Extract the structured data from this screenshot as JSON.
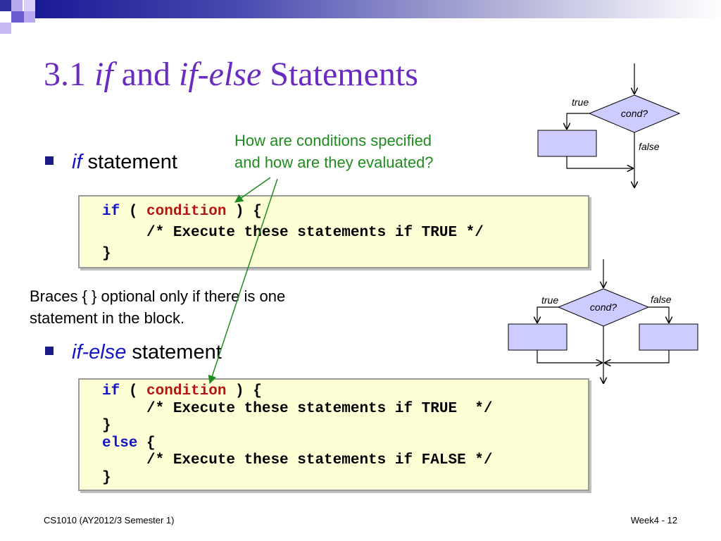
{
  "title": {
    "prefix": "3.1 ",
    "if_word": "if",
    "and_word": " and ",
    "ifelse_word": "if-else",
    "suffix": " Statements"
  },
  "bullets": [
    {
      "keyword": "if",
      "text": " statement"
    },
    {
      "keyword": "if-else",
      "text": " statement"
    }
  ],
  "notes": {
    "question_line1": "How are conditions specified",
    "question_line2": "and how are they evaluated?",
    "braces_line1": "Braces { } optional only if there is one",
    "braces_line2": "statement in the block."
  },
  "code_if": {
    "kw_if": "if",
    "open_paren": " ( ",
    "condition": "condition",
    "close": " ) {",
    "body": "     /* Execute these statements if TRUE */",
    "end": "}"
  },
  "code_ifelse": {
    "kw_if": "if",
    "open_paren": " ( ",
    "condition": "condition",
    "close": " ) {",
    "body_true": "     /* Execute these statements if TRUE  */",
    "end_true": "}",
    "kw_else": "else",
    "else_brace": " {",
    "body_false": "     /* Execute these statements if FALSE */",
    "end_false": "}"
  },
  "flowchart_if": {
    "cond": "cond?",
    "true_label": "true",
    "false_label": "false"
  },
  "flowchart_ifelse": {
    "cond": "cond?",
    "true_label": "true",
    "false_label": "false"
  },
  "footer": {
    "left": "CS1010 (AY2012/3 Semester 1)",
    "right": "Week4 - 12"
  },
  "colors": {
    "title": "#6a2cc0",
    "keyword": "#1515c8",
    "condition": "#b41515",
    "note": "#1f8c1f",
    "code_bg": "#ffffd6",
    "flow_fill": "#ccccff"
  }
}
